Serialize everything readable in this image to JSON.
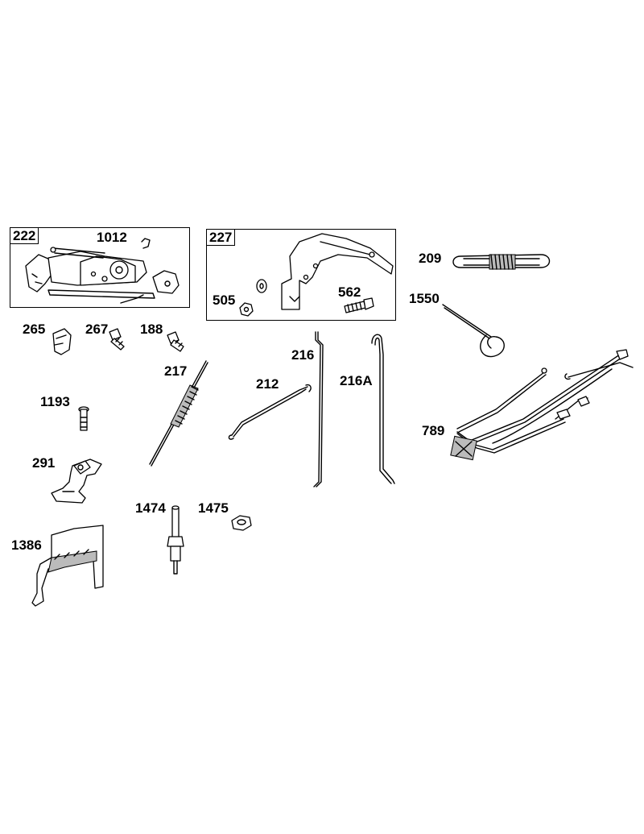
{
  "diagram": {
    "boxes": [
      {
        "id": "box-222",
        "label": "222"
      },
      {
        "id": "box-227",
        "label": "227"
      }
    ],
    "labels": {
      "p1012": "1012",
      "p505": "505",
      "p562": "562",
      "p209": "209",
      "p1550": "1550",
      "p265": "265",
      "p267": "267",
      "p188": "188",
      "p216": "216",
      "p216A": "216A",
      "p217": "217",
      "p212": "212",
      "p1193": "1193",
      "p789": "789",
      "p291": "291",
      "p1474": "1474",
      "p1475": "1475",
      "p1386": "1386"
    }
  }
}
